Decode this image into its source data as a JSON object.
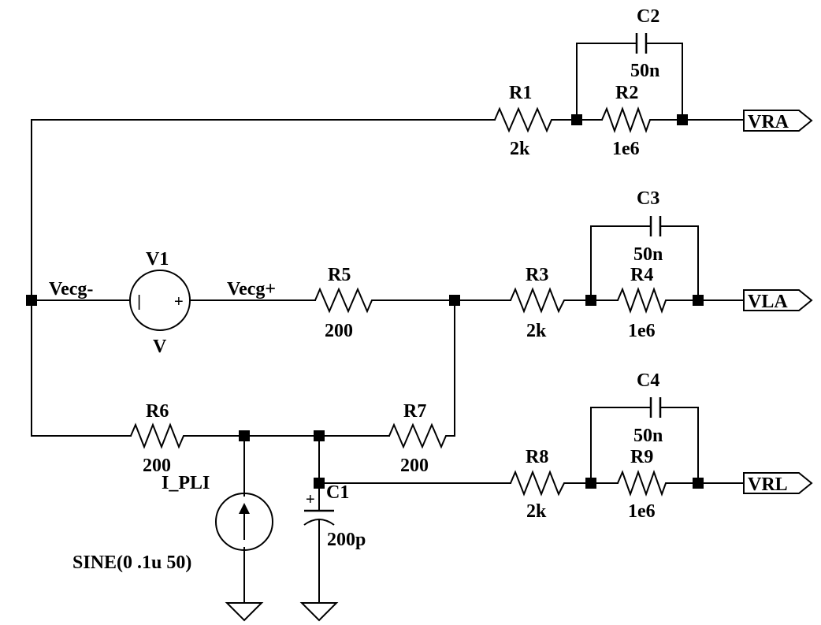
{
  "components": {
    "R1": {
      "ref": "R1",
      "value": "2k"
    },
    "R2": {
      "ref": "R2",
      "value": "1e6"
    },
    "C2": {
      "ref": "C2",
      "value": "50n"
    },
    "R3": {
      "ref": "R3",
      "value": "2k"
    },
    "R4": {
      "ref": "R4",
      "value": "1e6"
    },
    "C3": {
      "ref": "C3",
      "value": "50n"
    },
    "R5": {
      "ref": "R5",
      "value": "200"
    },
    "R6": {
      "ref": "R6",
      "value": "200"
    },
    "R7": {
      "ref": "R7",
      "value": "200"
    },
    "R8": {
      "ref": "R8",
      "value": "2k"
    },
    "R9": {
      "ref": "R9",
      "value": "1e6"
    },
    "C4": {
      "ref": "C4",
      "value": "50n"
    },
    "C1": {
      "ref": "C1",
      "value": "200p"
    },
    "V1": {
      "ref": "V1",
      "value": "V"
    },
    "I_PLI": {
      "ref": "I_PLI",
      "value": "SINE(0 .1u 50)"
    }
  },
  "nets": {
    "vecg_minus": "Vecg-",
    "vecg_plus": "Vecg+"
  },
  "ports": {
    "vra": "VRA",
    "vla": "VLA",
    "vrl": "VRL"
  },
  "polarity": {
    "minus": "|",
    "plus": "+",
    "cap_plus": "+"
  }
}
